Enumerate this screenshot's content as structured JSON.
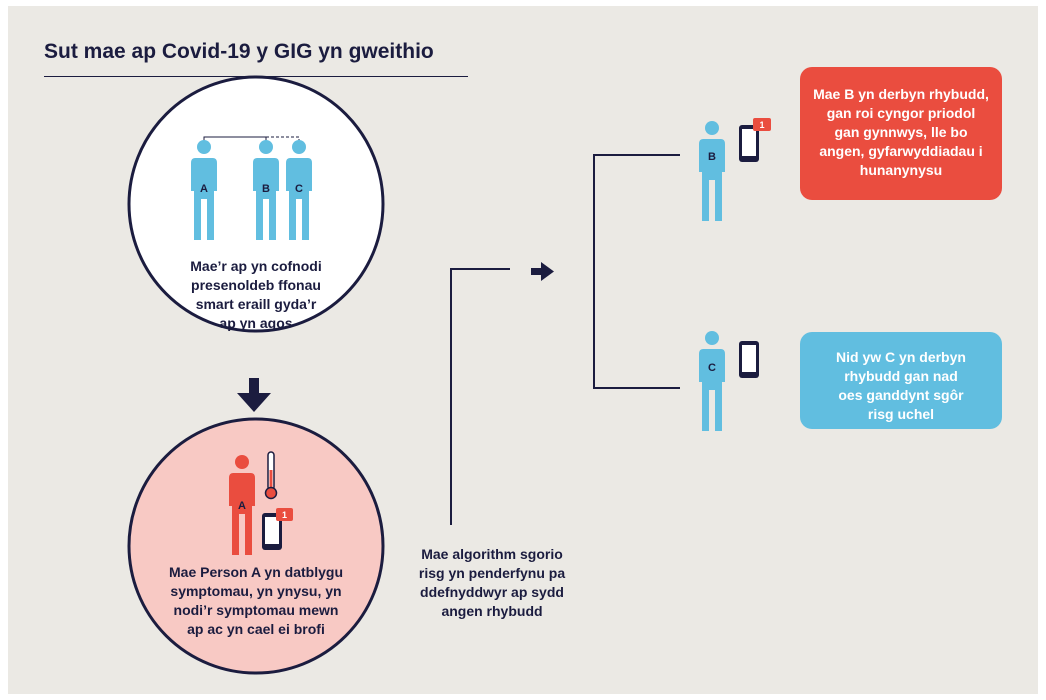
{
  "title": "Sut mae ap Covid-19 y GIG yn gweithio",
  "step1_text": "Mae’r ap yn cofnodi\npresenoldeb ffonau\nsmart eraill gyda’r\nap yn agos",
  "step2_text": "Mae Person A yn datblygu\nsymptomau, yn ynysu, yn\nnodi’r symptomau mewn\nap ac yn cael ei brofi",
  "algorithm_text": "Mae algorithm sgorio\nrisg yn penderfynu pa\nddefnyddwyr ap sydd\nangen rhybudd",
  "callout_b": "Mae B yn derbyn rhybudd,\ngan roi cyngor priodol\ngan gynnwys, lle bo\nangen, gyfarwyddiadau i\nhunanynysu",
  "callout_c": "Nid yw C yn derbyn\nrhybudd gan nad\noes ganddynt sgôr\nrisg uchel",
  "person_labels": {
    "a": "A",
    "b": "B",
    "c": "C"
  },
  "notification_count": "1",
  "colors": {
    "navy": "#1b1c3f",
    "blue": "#61bee0",
    "red": "#ea4d3f",
    "pink": "#f8c9c4",
    "background": "#ebe9e4"
  },
  "icons": [
    "person-icon",
    "smartphone-icon",
    "thermometer-icon",
    "arrow-down-icon",
    "arrow-right-icon",
    "notification-badge-icon"
  ]
}
